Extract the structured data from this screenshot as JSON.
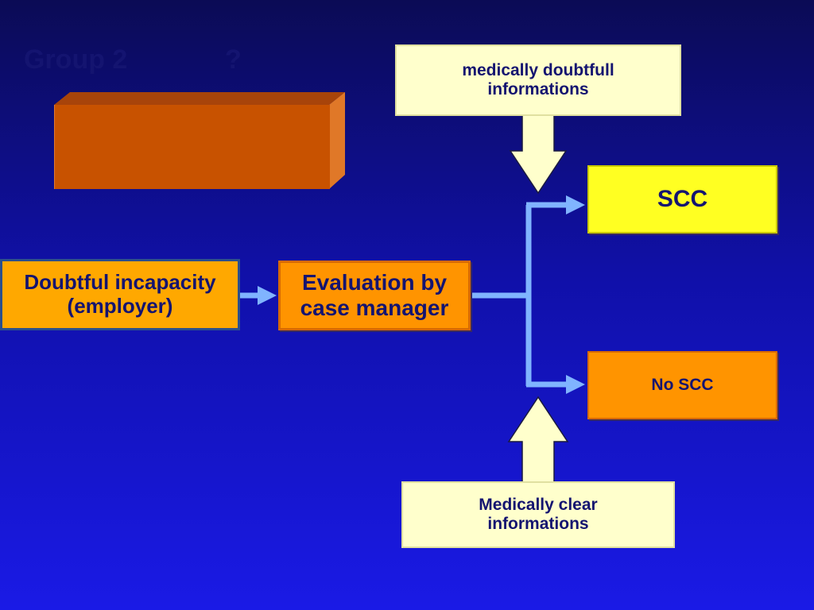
{
  "group": {
    "label": "Group 2",
    "question": "?"
  },
  "doubtful": {
    "line1": "Doubtful incapacity",
    "line2": "(employer)"
  },
  "evaluation": {
    "line1": "Evaluation by",
    "line2": "case manager"
  },
  "scc": {
    "label": "SCC"
  },
  "no_scc": {
    "label": "No SCC"
  },
  "doubtfull_info": {
    "line1": "medically doubtfull",
    "line2": "informations"
  },
  "clear_info": {
    "line1": "Medically clear",
    "line2": "informations"
  },
  "colors": {
    "background_top": "#0b0b55",
    "background_bottom": "#1a1ae6",
    "text": "#141470",
    "orange": "#ff9400",
    "yellow": "#ffff22",
    "cream": "#ffffcc",
    "connector": "#80b4ff"
  }
}
